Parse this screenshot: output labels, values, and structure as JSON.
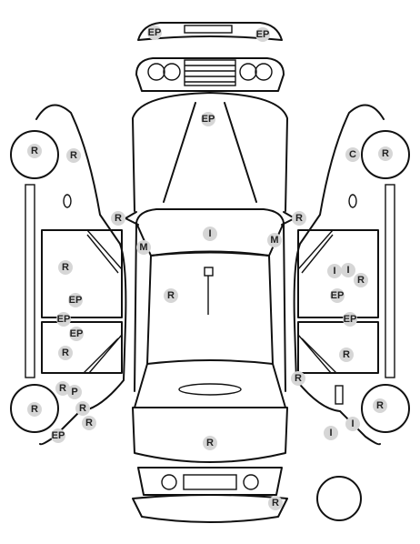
{
  "badges": [
    {
      "id": "front-bumper-left",
      "label": "EP"
    },
    {
      "id": "front-bumper-right",
      "label": "EP"
    },
    {
      "id": "hood",
      "label": "EP"
    },
    {
      "id": "left-front-wheel",
      "label": "R"
    },
    {
      "id": "left-front-fender",
      "label": "R"
    },
    {
      "id": "right-front-fender",
      "label": "C"
    },
    {
      "id": "right-front-wheel",
      "label": "R"
    },
    {
      "id": "left-mirror",
      "label": "R"
    },
    {
      "id": "right-mirror",
      "label": "R"
    },
    {
      "id": "windshield",
      "label": "I"
    },
    {
      "id": "left-a-pillar",
      "label": "M"
    },
    {
      "id": "right-a-pillar",
      "label": "M"
    },
    {
      "id": "left-front-door",
      "label": "R"
    },
    {
      "id": "left-front-door-handle",
      "label": "EP"
    },
    {
      "id": "left-rocker-front",
      "label": "EP"
    },
    {
      "id": "left-rear-door-handle",
      "label": "EP"
    },
    {
      "id": "left-rear-door",
      "label": "R"
    },
    {
      "id": "roof",
      "label": "R"
    },
    {
      "id": "right-front-door-i1",
      "label": "I"
    },
    {
      "id": "right-front-door-i2",
      "label": "I"
    },
    {
      "id": "right-front-door",
      "label": "R"
    },
    {
      "id": "right-front-door-handle",
      "label": "EP"
    },
    {
      "id": "right-rocker",
      "label": "EP"
    },
    {
      "id": "right-rear-door",
      "label": "R"
    },
    {
      "id": "right-rear-pillar",
      "label": "R"
    },
    {
      "id": "left-rear-quarter",
      "label": "R"
    },
    {
      "id": "left-rear-door-p",
      "label": "P"
    },
    {
      "id": "left-rear-wheel-arch",
      "label": "R"
    },
    {
      "id": "left-rear-quarter-lower",
      "label": "R"
    },
    {
      "id": "left-rear-wheel",
      "label": "R"
    },
    {
      "id": "right-rear-wheel",
      "label": "R"
    },
    {
      "id": "left-rear-bumper",
      "label": "EP"
    },
    {
      "id": "right-rear-quarter-i1",
      "label": "I"
    },
    {
      "id": "right-rear-quarter-i2",
      "label": "I"
    },
    {
      "id": "trunk",
      "label": "R"
    },
    {
      "id": "rear-bumper",
      "label": "R"
    }
  ]
}
